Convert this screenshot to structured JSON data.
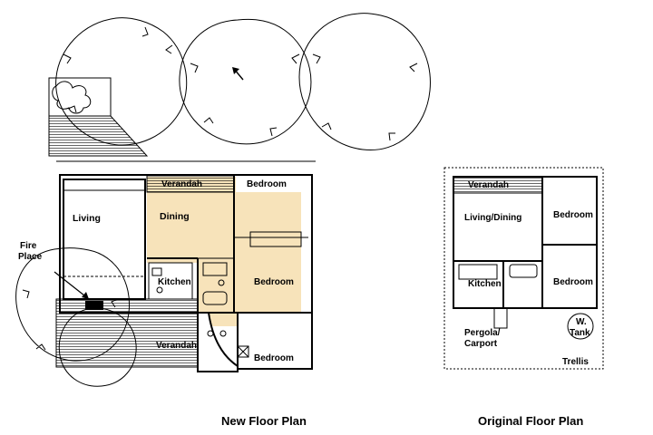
{
  "new_plan": {
    "caption": "New Floor Plan",
    "rooms": {
      "verandah_top": "Verandah",
      "bedroom_top": "Bedroom",
      "living": "Living",
      "dining": "Dining",
      "fire_place_1": "Fire",
      "fire_place_2": "Place",
      "kitchen": "Kitchen",
      "bedroom_mid": "Bedroom",
      "verandah_bottom": "Verandah",
      "bedroom_bottom": "Bedroom"
    }
  },
  "original_plan": {
    "caption": "Original Floor Plan",
    "rooms": {
      "verandah": "Verandah",
      "living_dining": "Living/Dining",
      "bedroom_top": "Bedroom",
      "kitchen": "Kitchen",
      "bedroom_bottom": "Bedroom",
      "pergola_1": "Pergola/",
      "pergola_2": "Carport",
      "tank_1": "W.",
      "tank_2": "Tank",
      "trellis": "Trellis"
    }
  },
  "colors": {
    "highlight": "#f7e3ba",
    "line": "#000000"
  },
  "icons": {
    "north_arrow": "arrow-north-icon"
  }
}
